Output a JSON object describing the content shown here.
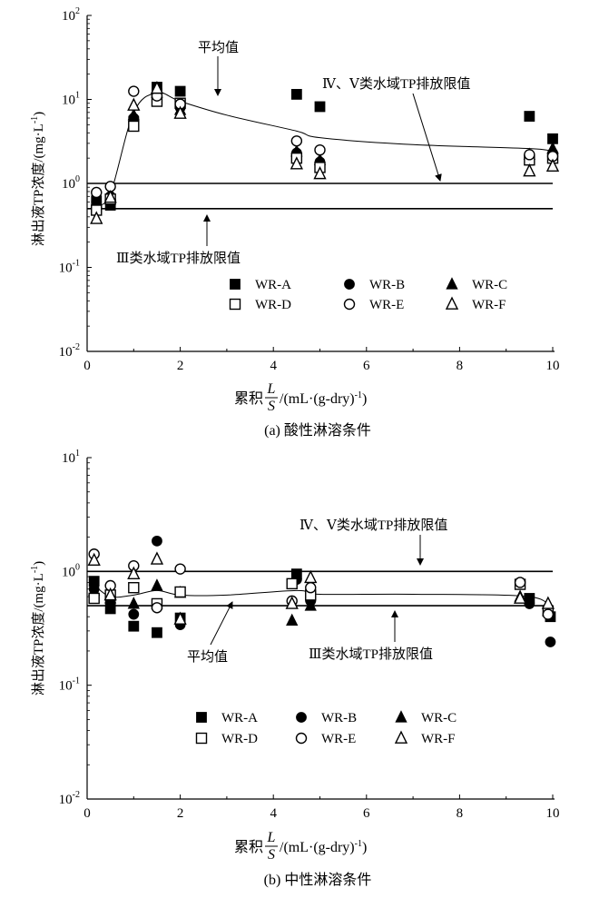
{
  "chart_data": [
    {
      "type": "scatter",
      "caption": "(a) 酸性淋溶条件",
      "xlabel_prefix": "累积",
      "xlabel_num": "L",
      "xlabel_den": "S",
      "xlabel_suffix": "/(mL·(g-dry)",
      "xlabel_sup": "-1",
      "xlabel_close": ")",
      "ylabel": "淋出液TP浓度/(mg·L",
      "ylabel_sup": "-1",
      "ylabel_close": ")",
      "xlim": [
        0,
        10
      ],
      "ylim": [
        0.01,
        100
      ],
      "yscale": "log",
      "xticks": [
        "0",
        "2",
        "4",
        "6",
        "8",
        "10"
      ],
      "yticks": [
        {
          "base": "10",
          "exp": "-2"
        },
        {
          "base": "10",
          "exp": "-1"
        },
        {
          "base": "10",
          "exp": "0"
        },
        {
          "base": "10",
          "exp": "1"
        },
        {
          "base": "10",
          "exp": "2"
        }
      ],
      "series": [
        {
          "name": "WR-A",
          "marker": "square-filled",
          "x": [
            0.2,
            0.5,
            1.0,
            1.5,
            2.0,
            4.5,
            5.0,
            9.5,
            10.0
          ],
          "y": [
            0.62,
            0.55,
            5.5,
            14.0,
            12.5,
            11.5,
            8.2,
            6.3,
            3.4
          ]
        },
        {
          "name": "WR-B",
          "marker": "circle-filled",
          "x": [
            0.2,
            0.5,
            1.0,
            1.5,
            2.0,
            4.5,
            5.0,
            9.5,
            10.0
          ],
          "y": [
            0.6,
            0.7,
            6.0,
            13.0,
            8.0,
            2.3,
            1.8,
            2.0,
            2.3
          ]
        },
        {
          "name": "WR-C",
          "marker": "triangle-filled",
          "x": [
            0.2,
            0.5,
            1.0,
            1.5,
            2.0,
            4.5,
            5.0,
            9.5,
            10.0
          ],
          "y": [
            0.58,
            0.72,
            6.5,
            12.0,
            7.5,
            2.4,
            1.9,
            2.2,
            2.6
          ]
        },
        {
          "name": "WR-D",
          "marker": "square-open",
          "x": [
            0.2,
            0.5,
            1.0,
            1.5,
            2.0,
            4.5,
            5.0,
            9.5,
            10.0
          ],
          "y": [
            0.48,
            0.65,
            4.8,
            9.5,
            9.0,
            2.0,
            1.55,
            1.9,
            2.0
          ]
        },
        {
          "name": "WR-E",
          "marker": "circle-open",
          "x": [
            0.2,
            0.5,
            1.0,
            1.5,
            2.0,
            4.5,
            5.0,
            9.5,
            10.0
          ],
          "y": [
            0.78,
            0.92,
            12.5,
            11.0,
            8.8,
            3.2,
            2.5,
            2.2,
            2.1
          ]
        },
        {
          "name": "WR-F",
          "marker": "triangle-open",
          "x": [
            0.2,
            0.5,
            1.0,
            1.5,
            2.0,
            4.5,
            5.0,
            9.5,
            10.0
          ],
          "y": [
            0.38,
            0.68,
            8.5,
            13.5,
            6.8,
            1.7,
            1.3,
            1.4,
            1.6
          ]
        }
      ],
      "average": {
        "x": [
          0.2,
          0.5,
          1.0,
          1.5,
          2.0,
          3.0,
          4.5,
          5.0,
          7.0,
          9.5,
          10.0
        ],
        "y": [
          0.55,
          0.75,
          7.0,
          12.0,
          9.5,
          6.5,
          4.2,
          3.5,
          2.9,
          2.6,
          2.4
        ]
      },
      "limit_lines": [
        {
          "label": "Ⅳ、Ⅴ类水域TP排放限值",
          "y": 1.0
        },
        {
          "label": "Ⅲ类水域TP排放限值",
          "y": 0.5
        }
      ],
      "average_label": "平均值"
    },
    {
      "type": "scatter",
      "caption": "(b) 中性淋溶条件",
      "xlabel_prefix": "累积",
      "xlabel_num": "L",
      "xlabel_den": "S",
      "xlabel_suffix": "/(mL·(g-dry)",
      "xlabel_sup": "-1",
      "xlabel_close": ")",
      "ylabel": "淋出液TP浓度/(mg·L",
      "ylabel_sup": "-1",
      "ylabel_close": ")",
      "xlim": [
        0,
        10
      ],
      "ylim": [
        0.01,
        10
      ],
      "yscale": "log",
      "xticks": [
        "0",
        "2",
        "4",
        "6",
        "8",
        "10"
      ],
      "yticks": [
        {
          "base": "10",
          "exp": "-2"
        },
        {
          "base": "10",
          "exp": "-1"
        },
        {
          "base": "10",
          "exp": "0"
        },
        {
          "base": "10",
          "exp": "1"
        }
      ],
      "series": [
        {
          "name": "WR-A",
          "marker": "square-filled",
          "x": [
            0.15,
            0.5,
            1.0,
            1.5,
            2.0,
            4.5,
            4.8,
            9.5,
            9.95
          ],
          "y": [
            0.82,
            0.47,
            0.33,
            0.29,
            0.39,
            0.95,
            0.6,
            0.58,
            0.4
          ]
        },
        {
          "name": "WR-B",
          "marker": "circle-filled",
          "x": [
            0.15,
            0.5,
            1.0,
            1.5,
            2.0,
            4.5,
            4.8,
            9.5,
            9.95
          ],
          "y": [
            0.7,
            0.55,
            0.42,
            1.85,
            0.34,
            0.85,
            0.55,
            0.52,
            0.24
          ]
        },
        {
          "name": "WR-C",
          "marker": "triangle-filled",
          "x": [
            0.15,
            0.5,
            1.0,
            1.5,
            2.0,
            4.4,
            4.8,
            9.3,
            9.9
          ],
          "y": [
            0.68,
            0.58,
            0.52,
            0.75,
            0.65,
            0.37,
            0.5,
            0.6,
            0.45
          ]
        },
        {
          "name": "WR-D",
          "marker": "square-open",
          "x": [
            0.15,
            0.5,
            1.0,
            1.5,
            2.0,
            4.4,
            4.8,
            9.3,
            9.9
          ],
          "y": [
            0.58,
            0.62,
            0.72,
            0.52,
            0.66,
            0.78,
            0.62,
            0.77,
            0.45
          ]
        },
        {
          "name": "WR-E",
          "marker": "circle-open",
          "x": [
            0.15,
            0.5,
            1.0,
            1.5,
            2.0,
            4.4,
            4.8,
            9.3,
            9.9
          ],
          "y": [
            1.42,
            0.75,
            1.12,
            0.48,
            1.05,
            0.55,
            0.72,
            0.8,
            0.42
          ]
        },
        {
          "name": "WR-F",
          "marker": "triangle-open",
          "x": [
            0.15,
            0.5,
            1.0,
            1.5,
            2.0,
            4.4,
            4.8,
            9.3,
            9.9
          ],
          "y": [
            1.25,
            0.62,
            0.95,
            1.28,
            0.38,
            0.52,
            0.88,
            0.58,
            0.52
          ]
        }
      ],
      "average": {
        "x": [
          0.15,
          0.5,
          1.0,
          1.5,
          2.0,
          3.0,
          4.5,
          5.0,
          7.0,
          9.5,
          9.95
        ],
        "y": [
          0.76,
          0.6,
          0.62,
          0.68,
          0.62,
          0.62,
          0.68,
          0.63,
          0.63,
          0.6,
          0.45
        ]
      },
      "limit_lines": [
        {
          "label": "Ⅳ、Ⅴ类水域TP排放限值",
          "y": 1.0
        },
        {
          "label": "Ⅲ类水域TP排放限值",
          "y": 0.5
        }
      ],
      "average_label": "平均值"
    }
  ]
}
